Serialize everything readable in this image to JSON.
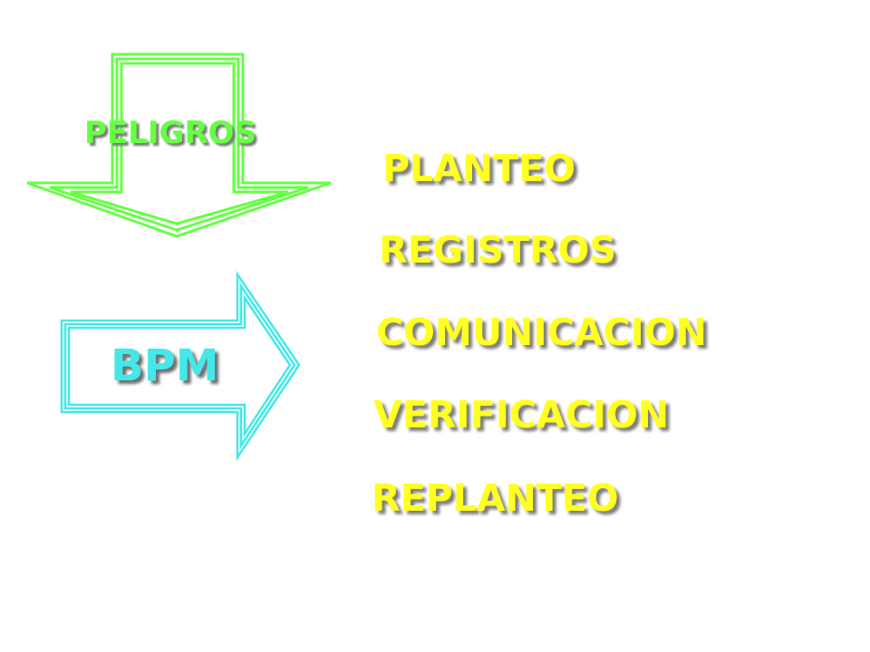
{
  "diagram": {
    "hazard_arrow": {
      "label": "PELIGROS",
      "color": "#66ff44",
      "shadow_color": "#7a7a7a",
      "direction": "down"
    },
    "bpm_arrow": {
      "label": "BPM",
      "color": "#44e8e8",
      "shadow_color": "#6e6e6e",
      "direction": "right"
    },
    "steps_color": "#ffff22",
    "steps": [
      {
        "label": "PLANTEO"
      },
      {
        "label": "REGISTROS"
      },
      {
        "label": "COMUNICACION"
      },
      {
        "label": "VERIFICACION"
      },
      {
        "label": "REPLANTEO"
      }
    ]
  }
}
